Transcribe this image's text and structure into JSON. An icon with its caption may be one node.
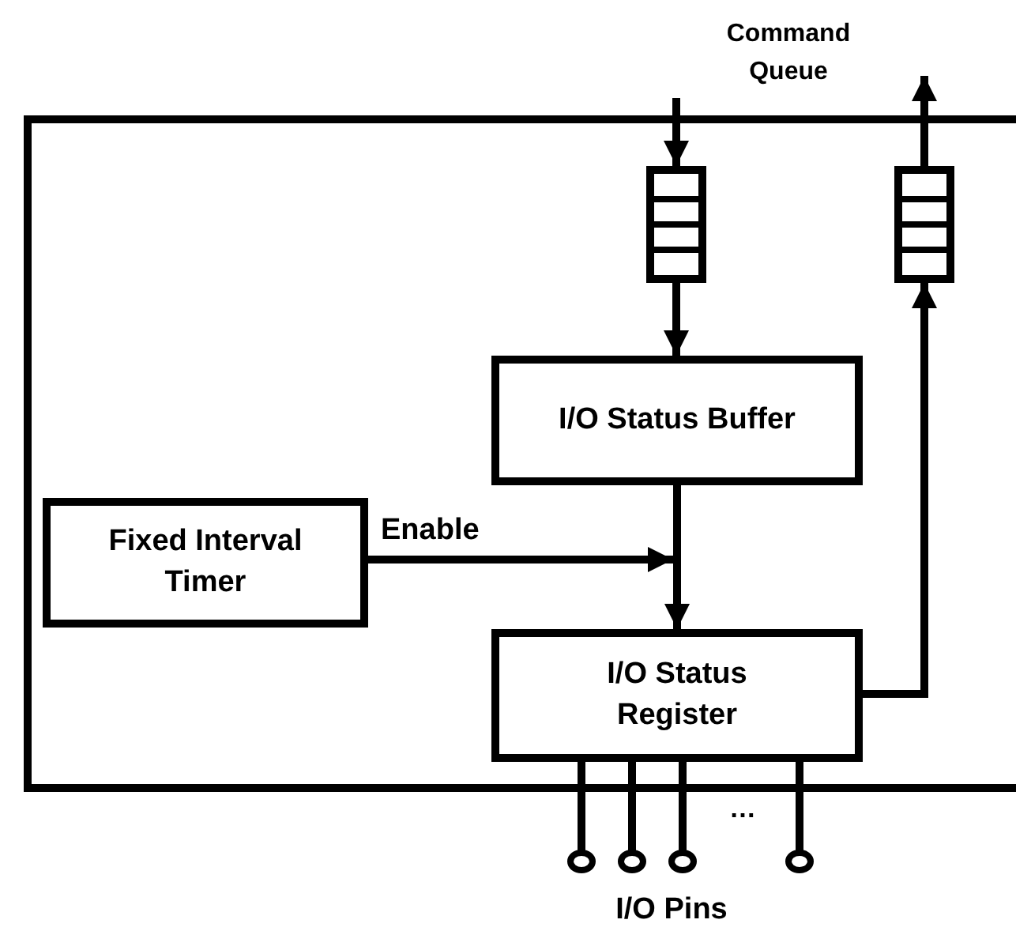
{
  "diagram": {
    "nodes": [
      {
        "text": [
          "Command Queue"
        ]
      },
      {
        "text": [],
        "shape": "box"
      },
      {
        "text": [],
        "shape": "queue",
        "in": 1
      },
      {
        "text": [],
        "shape": "queue",
        "in": 1
      },
      {
        "text": [
          "I/O Status Buffer"
        ],
        "in": 1
      },
      {
        "text": [
          "Fixed Interval Timer"
        ],
        "in": 1
      },
      {
        "text": [
          "I/O Status Register"
        ],
        "in": 1
      },
      {
        "text": [],
        "shape": "circle"
      },
      {
        "text": [],
        "shape": "circle"
      },
      {
        "text": [],
        "shape": "circle"
      },
      {
        "text": [],
        "shape": "circle"
      }
    ],
    "edges": [
      {
        "from": 0,
        "to": 2,
        "arrow": "to"
      },
      {
        "from": 2,
        "to": 4,
        "arrow": "to"
      },
      {
        "from": 5,
        "to": null,
        "arrow": "to",
        "label": "Enable"
      },
      {
        "from": 4,
        "to": 6,
        "arrow": "to"
      },
      {
        "from": 6,
        "to": 3,
        "arrow": "to"
      },
      {
        "from": 3,
        "to": null,
        "arrow": "to"
      },
      {
        "from": 6,
        "to": 7,
        "arrow": "none"
      },
      {
        "from": 6,
        "to": 8,
        "arrow": "none"
      },
      {
        "from": 6,
        "to": 9,
        "arrow": "none"
      },
      {
        "from": 6,
        "to": 10,
        "arrow": "none"
      }
    ],
    "labels": [
      "…",
      "I/O Pins"
    ]
  }
}
